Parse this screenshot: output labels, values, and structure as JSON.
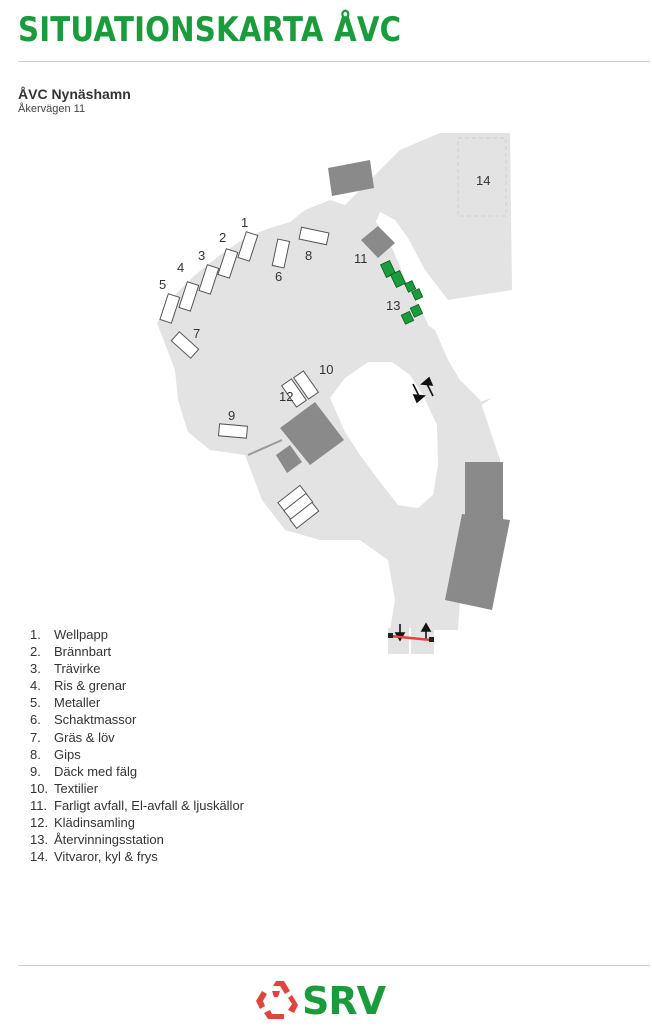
{
  "header": {
    "title": "SITUATIONSKARTA ÅVC",
    "site_name": "ÅVC Nynäshamn",
    "address": "Åkervägen 11"
  },
  "map": {
    "labels": [
      "1",
      "2",
      "3",
      "4",
      "5",
      "6",
      "7",
      "8",
      "9",
      "10",
      "11",
      "12",
      "13",
      "14"
    ],
    "colors": {
      "road": "#e3e3e3",
      "building": "#8a8a8a",
      "station": "#1a9c3c",
      "gate": "#e0443c"
    }
  },
  "legend": [
    {
      "num": "1.",
      "text": "Wellpapp"
    },
    {
      "num": "2.",
      "text": "Brännbart"
    },
    {
      "num": "3.",
      "text": "Trävirke"
    },
    {
      "num": "4.",
      "text": "Ris & grenar"
    },
    {
      "num": "5.",
      "text": "Metaller"
    },
    {
      "num": "6.",
      "text": "Schaktmassor"
    },
    {
      "num": "7.",
      "text": "Gräs & löv"
    },
    {
      "num": "8.",
      "text": "Gips"
    },
    {
      "num": "9.",
      "text": "Däck med fälg"
    },
    {
      "num": "10.",
      "text": "Textilier"
    },
    {
      "num": "11.",
      "text": "Farligt avfall, El-avfall & ljuskällor"
    },
    {
      "num": "12.",
      "text": "Klädinsamling"
    },
    {
      "num": "13.",
      "text": "Återvinningsstation"
    },
    {
      "num": "14.",
      "text": "Vitvaror, kyl & frys"
    }
  ],
  "logo": {
    "text": "SRV",
    "icon": "recycle-arrows-icon"
  }
}
